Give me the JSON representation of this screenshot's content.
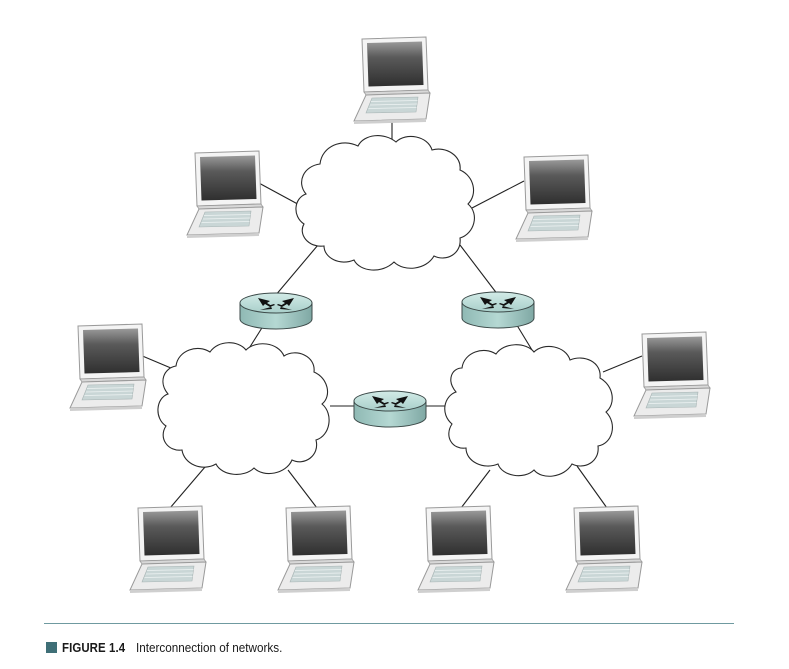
{
  "figure": {
    "label": "FIGURE 1.4",
    "caption": "Interconnection of networks."
  },
  "colors": {
    "cloud_stroke": "#2a2a2a",
    "link": "#222222",
    "router_fill": "#a9cfca",
    "router_dark": "#7fa8a4",
    "screen": "#4a4a4a",
    "body": "#e6e8e8",
    "caption_accent": "#3f6f77",
    "rule": "#6f9aa0"
  },
  "network": {
    "clouds": [
      "cloud-top",
      "cloud-left",
      "cloud-right"
    ],
    "routers": [
      "router-left",
      "router-right",
      "router-middle"
    ],
    "computers": [
      "computer-top",
      "computer-top-left",
      "computer-top-right",
      "computer-left",
      "computer-bottom-left-1",
      "computer-bottom-left-2",
      "computer-right",
      "computer-bottom-right-1",
      "computer-bottom-right-2"
    ]
  }
}
